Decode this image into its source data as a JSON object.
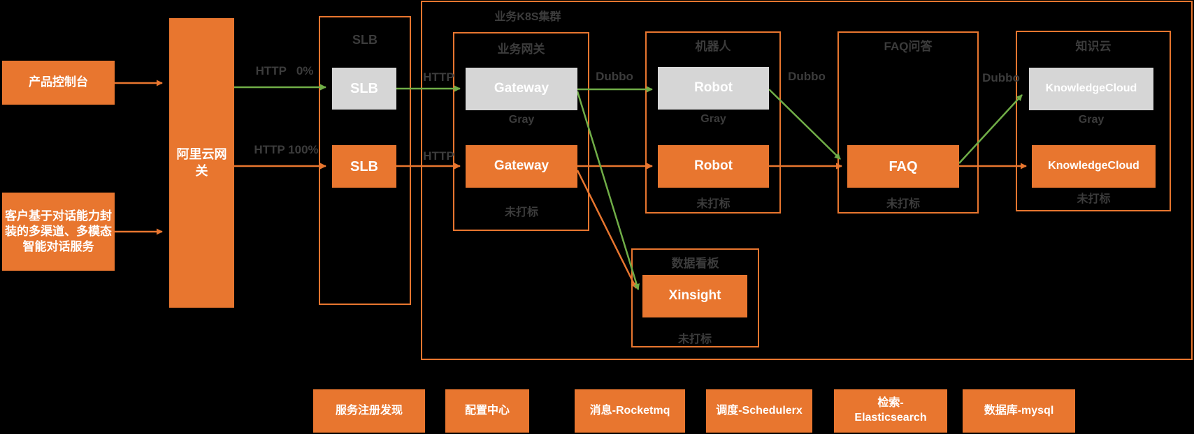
{
  "colors": {
    "background": "#000000",
    "orange": "#E8762F",
    "green": "#70AD47",
    "gray_box": "#D6D6D6",
    "dark_label": "#3C3C3C",
    "white_text": "#FFFFFF"
  },
  "sources": [
    {
      "label": "产品控制台"
    },
    {
      "label": "客户基于对话能力封装的多渠道、多模态智能对话服务"
    }
  ],
  "aliyun_gateway": {
    "label": "阿里云网关"
  },
  "slb": {
    "title": "SLB",
    "gray_label": "SLB",
    "orange_label": "SLB"
  },
  "k8s": {
    "title": "业务K8S集群",
    "groups": [
      {
        "title": "业务网关",
        "gray_label": "Gateway",
        "gray_tag": "Gray",
        "orange_label": "Gateway",
        "orange_tag": "未打标"
      },
      {
        "title": "机器人",
        "gray_label": "Robot",
        "gray_tag": "Gray",
        "orange_label": "Robot",
        "orange_tag": "未打标"
      },
      {
        "title": "FAQ问答",
        "orange_label": "FAQ",
        "orange_tag": "未打标"
      },
      {
        "title": "知识云",
        "gray_label": "KnowledgeCloud",
        "gray_tag": "Gray",
        "orange_label": "KnowledgeCloud",
        "orange_tag": "未打标"
      },
      {
        "title": "数据看板",
        "orange_label": "Xinsight",
        "orange_tag": "未打标"
      }
    ]
  },
  "edge_labels": {
    "http_0": "HTTP   0%",
    "http_100": "HTTP 100%",
    "http_gray": "HTTP",
    "http_untagged": "HTTP",
    "dubbo_gateway_robot": "Dubbo",
    "dubbo_robot_faq": "Dubbo",
    "dubbo_faq_knowledge": "Dubbo"
  },
  "services": [
    "服务注册发现",
    "配置中心",
    "消息-Rocketmq",
    "调度-Schedulerx",
    "检索-\nElasticsearch",
    "数据库-mysql"
  ]
}
